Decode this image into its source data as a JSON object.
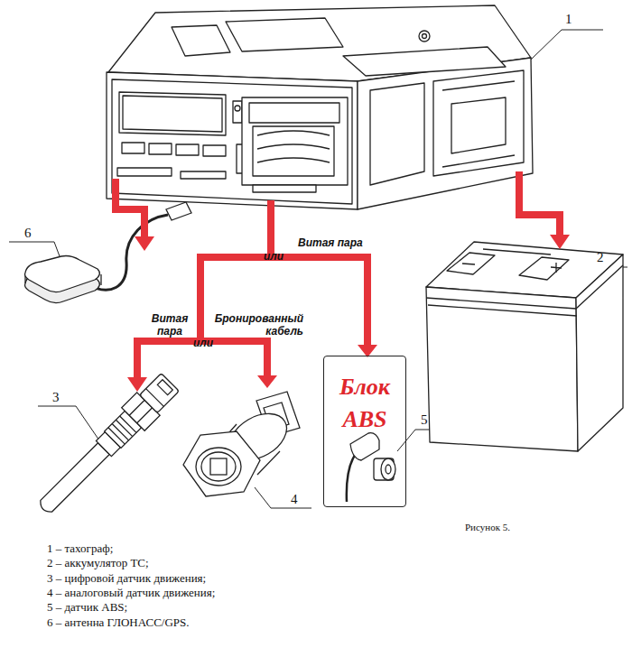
{
  "diagram": {
    "caption": "Рисунок 5.",
    "nodes": [
      {
        "text": [
          "Блок ABS"
        ]
      }
    ],
    "labels": [
      "1",
      "6",
      "2",
      "Витая пара",
      "или",
      "Витая пара",
      "Бронированный кабель",
      "или",
      "5",
      "3",
      "4",
      "1 – тахограф;",
      "2 – аккумулятор ТС;",
      "3 – цифровой датчик движения;",
      "4 – аналоговый датчик движения;",
      "5 – датчик ABS;",
      "6 – антенна ГЛОНАСС/GPS."
    ]
  }
}
